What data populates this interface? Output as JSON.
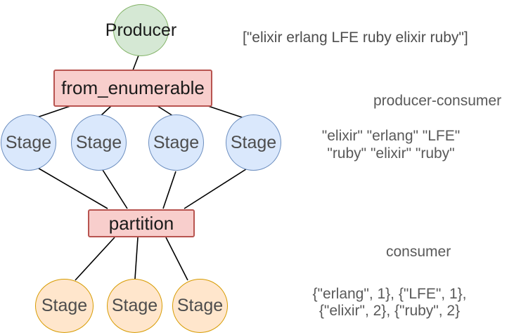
{
  "colors": {
    "producer_fill": "#d5e8d4",
    "producer_stroke": "#82b366",
    "blue_stage_fill": "#dae8fc",
    "blue_stage_stroke": "#6c8ebf",
    "orange_stage_fill": "#ffe6cc",
    "orange_stage_stroke": "#d79b00",
    "operation_fill": "#f8cecc",
    "operation_stroke": "#b85450",
    "connector": "#000000",
    "annotation_text": "#595959"
  },
  "diagram": {
    "producer": {
      "label": "Producer"
    },
    "from_enumerable": {
      "label": "from_enumerable"
    },
    "producer_stages": [
      {
        "label": "Stage"
      },
      {
        "label": "Stage"
      },
      {
        "label": "Stage"
      },
      {
        "label": "Stage"
      }
    ],
    "partition": {
      "label": "partition"
    },
    "consumer_stages": [
      {
        "label": "Stage"
      },
      {
        "label": "Stage"
      },
      {
        "label": "Stage"
      }
    ]
  },
  "annotations": {
    "input_list": "[\"elixir erlang LFE ruby elixir ruby\"]",
    "producer_consumer": "producer-consumer",
    "events_line1": "\"elixir\" \"erlang\" \"LFE\"",
    "events_line2": "\"ruby\" \"elixir\" \"ruby\"",
    "consumer": "consumer",
    "tuples_line1": "{\"erlang\", 1}, {\"LFE\", 1},",
    "tuples_line2": "{\"elixir\", 2}, {\"ruby\", 2}"
  }
}
